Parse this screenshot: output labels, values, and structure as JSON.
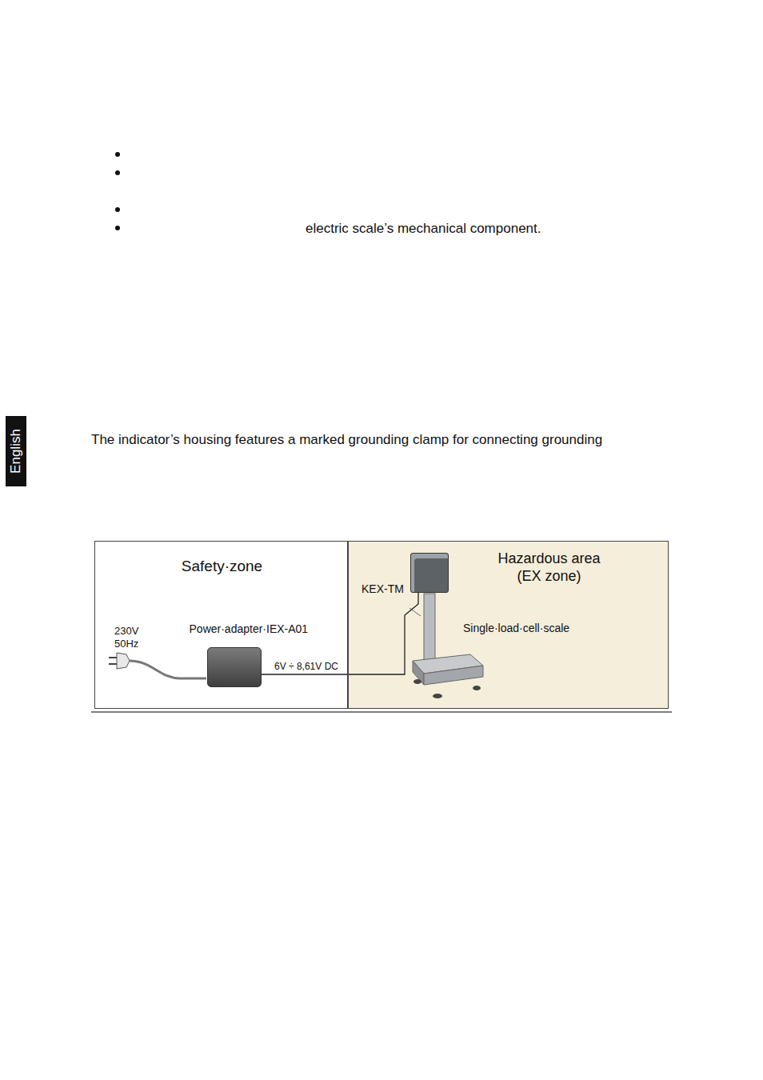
{
  "diagram": {
    "nodes": [
      {
        "text": [
          "English"
        ]
      },
      {
        "text": [
          "Safety·zone"
        ]
      },
      {
        "text": [
          "Power·adapter·IEX-A01"
        ],
        "in": 1
      },
      {
        "text": [
          "Hazardous area (EX zone)"
        ]
      },
      {
        "text": [
          "KEX-TM"
        ],
        "in": 3
      }
    ],
    "edges": [
      {
        "from": 2,
        "to": 4,
        "arrow": "none",
        "label": "6V ÷ 8,61V DC"
      }
    ],
    "labels": [
      "electric scale’s mechanical component.",
      "The indicator’s housing features a marked grounding clamp for connecting grounding",
      "230V 50Hz",
      "Single·load·cell·scale"
    ]
  }
}
